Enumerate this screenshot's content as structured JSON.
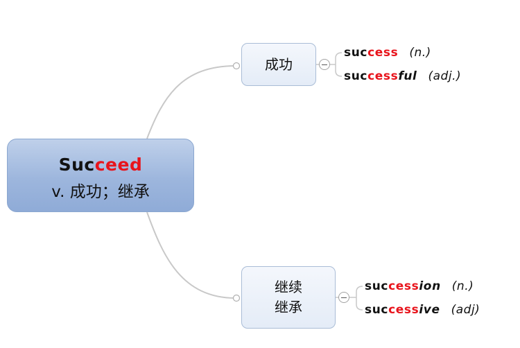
{
  "root": {
    "word_prefix": "Suc",
    "word_highlight": "ceed",
    "definition": "v. 成功；继承"
  },
  "branches": [
    {
      "label": "成功",
      "leaves": [
        {
          "prefix": "suc",
          "highlight": "cess",
          "suffix": "",
          "pos": "(n.)"
        },
        {
          "prefix": "suc",
          "highlight": "cess",
          "suffix": "ful",
          "pos": "(adj.)"
        }
      ]
    },
    {
      "label_line1": "继续",
      "label_line2": "继承",
      "leaves": [
        {
          "prefix": "suc",
          "highlight": "cess",
          "suffix": "ion",
          "pos": "(n.)"
        },
        {
          "prefix": "suc",
          "highlight": "cess",
          "suffix": "ive",
          "pos": "(adj)"
        }
      ]
    }
  ],
  "colors": {
    "highlight": "#e8141c",
    "connector": "#c8c8c8",
    "root_fill": "#9db6dd",
    "node_fill": "#e8eef8"
  }
}
